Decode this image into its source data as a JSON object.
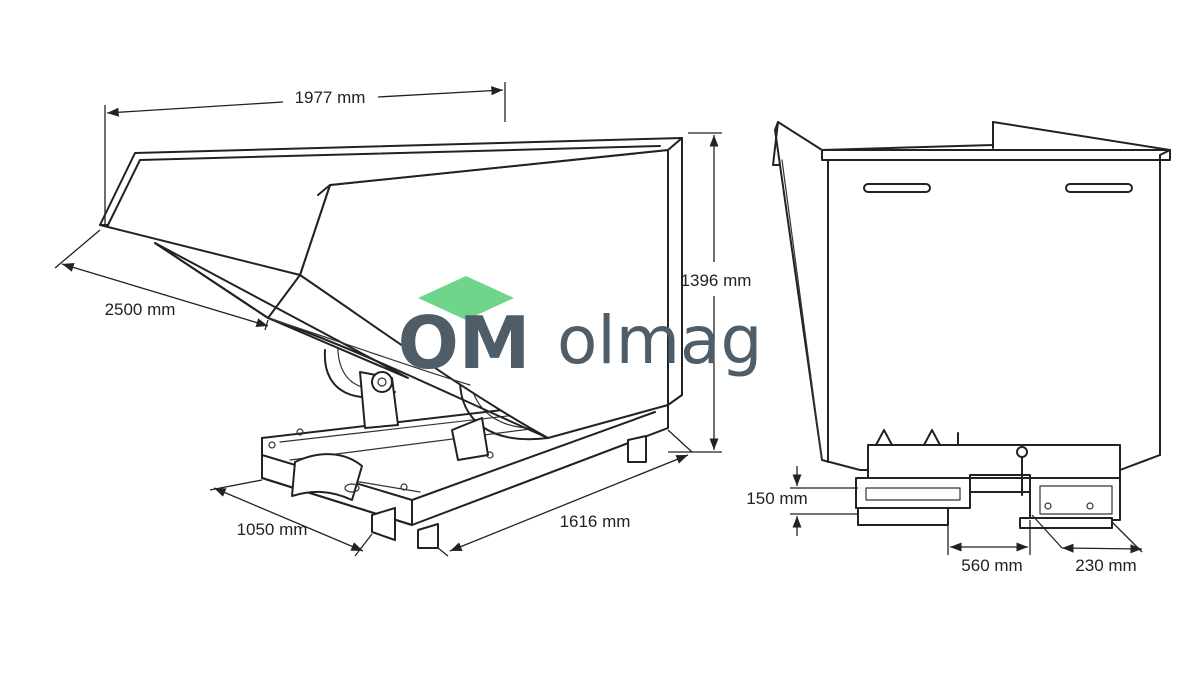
{
  "dimensions": {
    "top_width": "1977 mm",
    "depth": "2500 mm",
    "height": "1396 mm",
    "base_width": "1050 mm",
    "base_length": "1616 mm",
    "fork_pocket_height": "150 mm",
    "fork_pocket_spacing": "560 mm",
    "fork_pocket_width": "230 mm"
  },
  "logo": {
    "mark": "OM",
    "brand": "olmag",
    "accent_color": "#6fd58a",
    "text_color": "#4f5d69"
  }
}
